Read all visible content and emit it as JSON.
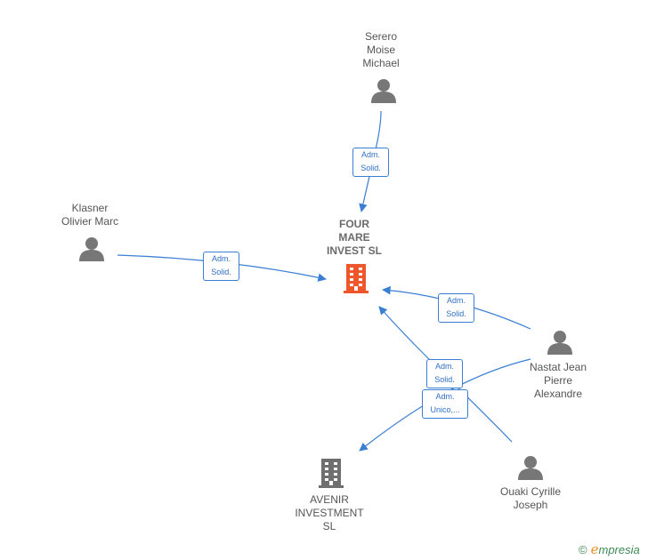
{
  "nodes": {
    "four_mare": "FOUR\nMARE\nINVEST  SL",
    "avenir": "AVENIR\nINVESTMENT\nSL",
    "serero": "Serero\nMoise\nMichael",
    "klasner": "Klasner\nOlivier Marc",
    "nastat": "Nastat Jean\nPierre\nAlexandre",
    "ouaki": "Ouaki Cyrille\nJoseph"
  },
  "edges": {
    "serero_four": "Adm.\nSolid.",
    "klasner_four": "Adm.\nSolid.",
    "nastat_four": "Adm.\nSolid.",
    "ouaki_four": "Adm.\nSolid.",
    "nastat_avenir": "Adm.\nUnico,..."
  },
  "colors": {
    "edge": "#3a7fd4",
    "company_main": "#f0562b",
    "company_other": "#6f6f6f",
    "person": "#777777"
  },
  "brand": {
    "copyright": "©",
    "e": "e",
    "name": "mpresia"
  }
}
